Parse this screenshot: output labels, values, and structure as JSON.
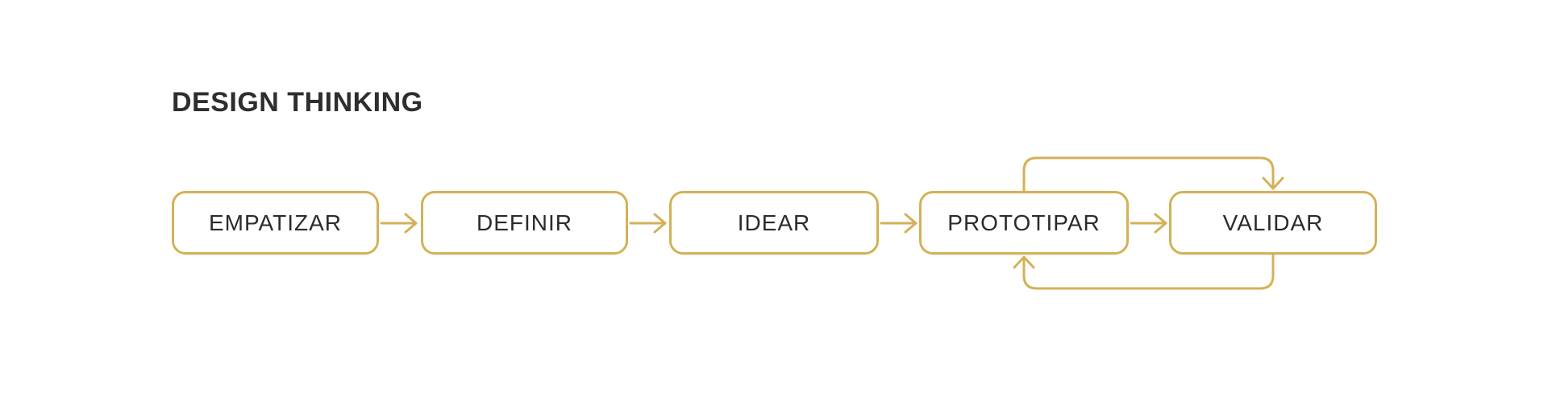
{
  "title": {
    "text": "DESIGN THINKING"
  },
  "diagram": {
    "type": "flowchart",
    "steps": [
      {
        "label": "EMPATIZAR"
      },
      {
        "label": "DEFINIR"
      },
      {
        "label": "IDEAR"
      },
      {
        "label": "PROTOTIPAR"
      },
      {
        "label": "VALIDAR"
      }
    ],
    "connections": [
      {
        "from": "EMPATIZAR",
        "to": "DEFINIR",
        "kind": "forward-arrow"
      },
      {
        "from": "DEFINIR",
        "to": "IDEAR",
        "kind": "forward-arrow"
      },
      {
        "from": "IDEAR",
        "to": "PROTOTIPAR",
        "kind": "forward-arrow"
      },
      {
        "from": "PROTOTIPAR",
        "to": "VALIDAR",
        "kind": "forward-arrow"
      },
      {
        "from": "PROTOTIPAR",
        "to": "VALIDAR",
        "kind": "loop-over-top"
      },
      {
        "from": "VALIDAR",
        "to": "PROTOTIPAR",
        "kind": "loop-under-bottom"
      }
    ]
  },
  "colors": {
    "accent_gold": "#D3B156",
    "text_dark": "#2E2E2E",
    "label_text": "#2B2B2B",
    "background": "#FFFFFF"
  }
}
